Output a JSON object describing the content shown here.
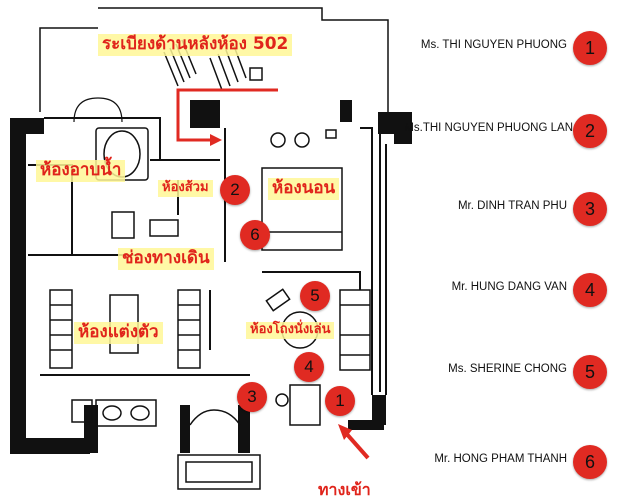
{
  "rooms": {
    "title": "ระเบียงด้านหลังห้อง 502",
    "bathroom": "ห้องอาบน้ำ",
    "toilet": "ห้องส้วม",
    "bedroom": "ห้องนอน",
    "corridor": "ช่องทางเดิน",
    "dressing": "ห้องแต่งตัว",
    "living": "ห้องโถงนั่งเล่น",
    "entrance": "ทางเข้า"
  },
  "markers": [
    {
      "number": "1"
    },
    {
      "number": "2"
    },
    {
      "number": "3"
    },
    {
      "number": "4"
    },
    {
      "number": "5"
    },
    {
      "number": "6"
    }
  ],
  "legend": [
    {
      "name": "Ms. THI NGUYEN PHUONG",
      "number": "1"
    },
    {
      "name": "Ms.THI NGUYEN PHUONG LAN",
      "number": "2"
    },
    {
      "name": "Mr. DINH TRAN PHU",
      "number": "3"
    },
    {
      "name": "Mr. HUNG DANG VAN",
      "number": "4"
    },
    {
      "name": "Ms. SHERINE CHONG",
      "number": "5"
    },
    {
      "name": "Mr. HONG PHAM THANH",
      "number": "6"
    }
  ],
  "colors": {
    "marker": "#e02a22",
    "label_text": "#e0241b",
    "label_bg": "#fff796",
    "wall": "#111111"
  }
}
